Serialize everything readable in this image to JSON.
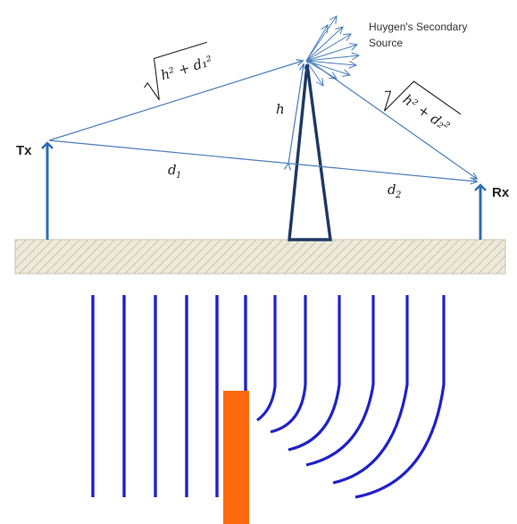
{
  "labels": {
    "huygens_line1": "Huygen's Secondary",
    "huygens_line2": "Source",
    "tx": "Tx",
    "rx": "Rx",
    "h": "h",
    "d1": "d",
    "d1_sub": "1",
    "d2": "d",
    "d2_sub": "2",
    "path1_expr": "h² + d₁²",
    "path2_expr": "h² + d₂²"
  },
  "colors": {
    "ray": "#4a7ebb",
    "arrow": "#2e6db4",
    "obstacle": "#1f3864",
    "ground_fill": "#eeeadb",
    "ground_hatch": "#b8b29b",
    "wavefront": "#1f22c8",
    "edge_block": "#ff6a0e"
  },
  "wavefront": {
    "straight_count": 6,
    "diffracted_count": 6
  }
}
